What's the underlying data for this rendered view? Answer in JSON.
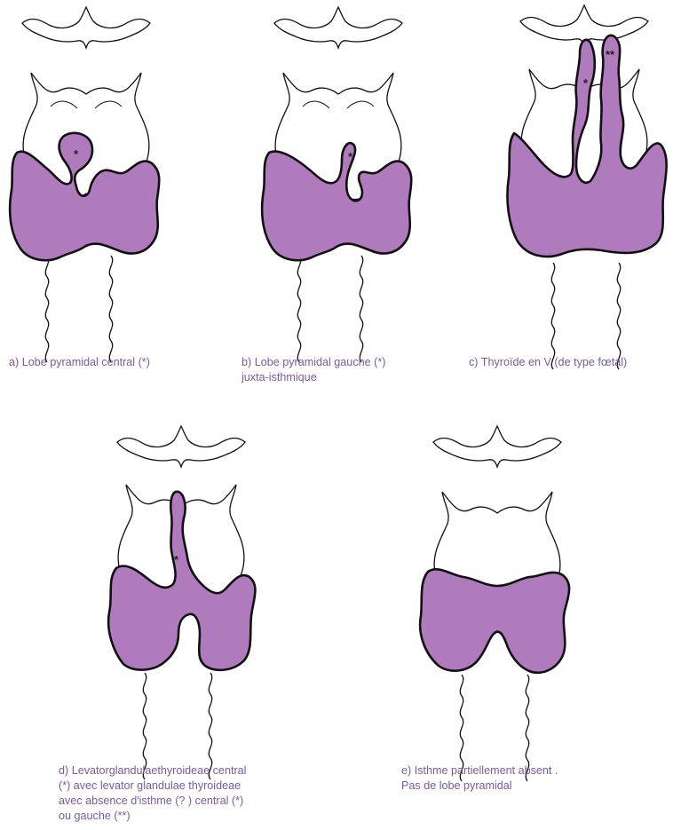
{
  "colors": {
    "gland_fill": "#b07bbc",
    "outline": "#111111",
    "caption_text": "#7a5aa0",
    "background": "#ffffff"
  },
  "panels": [
    {
      "id": "a",
      "caption": "a) Lobe pyramidal central (*)"
    },
    {
      "id": "b",
      "caption": "b) Lobe pyramidal gauche (*)\njuxta-isthmique"
    },
    {
      "id": "c",
      "caption": "c) Thyroïde en V (de type fœtal)"
    },
    {
      "id": "d",
      "caption": "d) Levatorglandulaethyroideae central\n(*) avec levator glandulae thyroideae\navec absence d'isthme (?  ) central (*)\nou gauche (**)"
    },
    {
      "id": "e",
      "caption": "e) Isthme partiellement absent .\nPas de lobe pyramidal"
    }
  ],
  "markers": {
    "single": "*",
    "double": "**"
  }
}
